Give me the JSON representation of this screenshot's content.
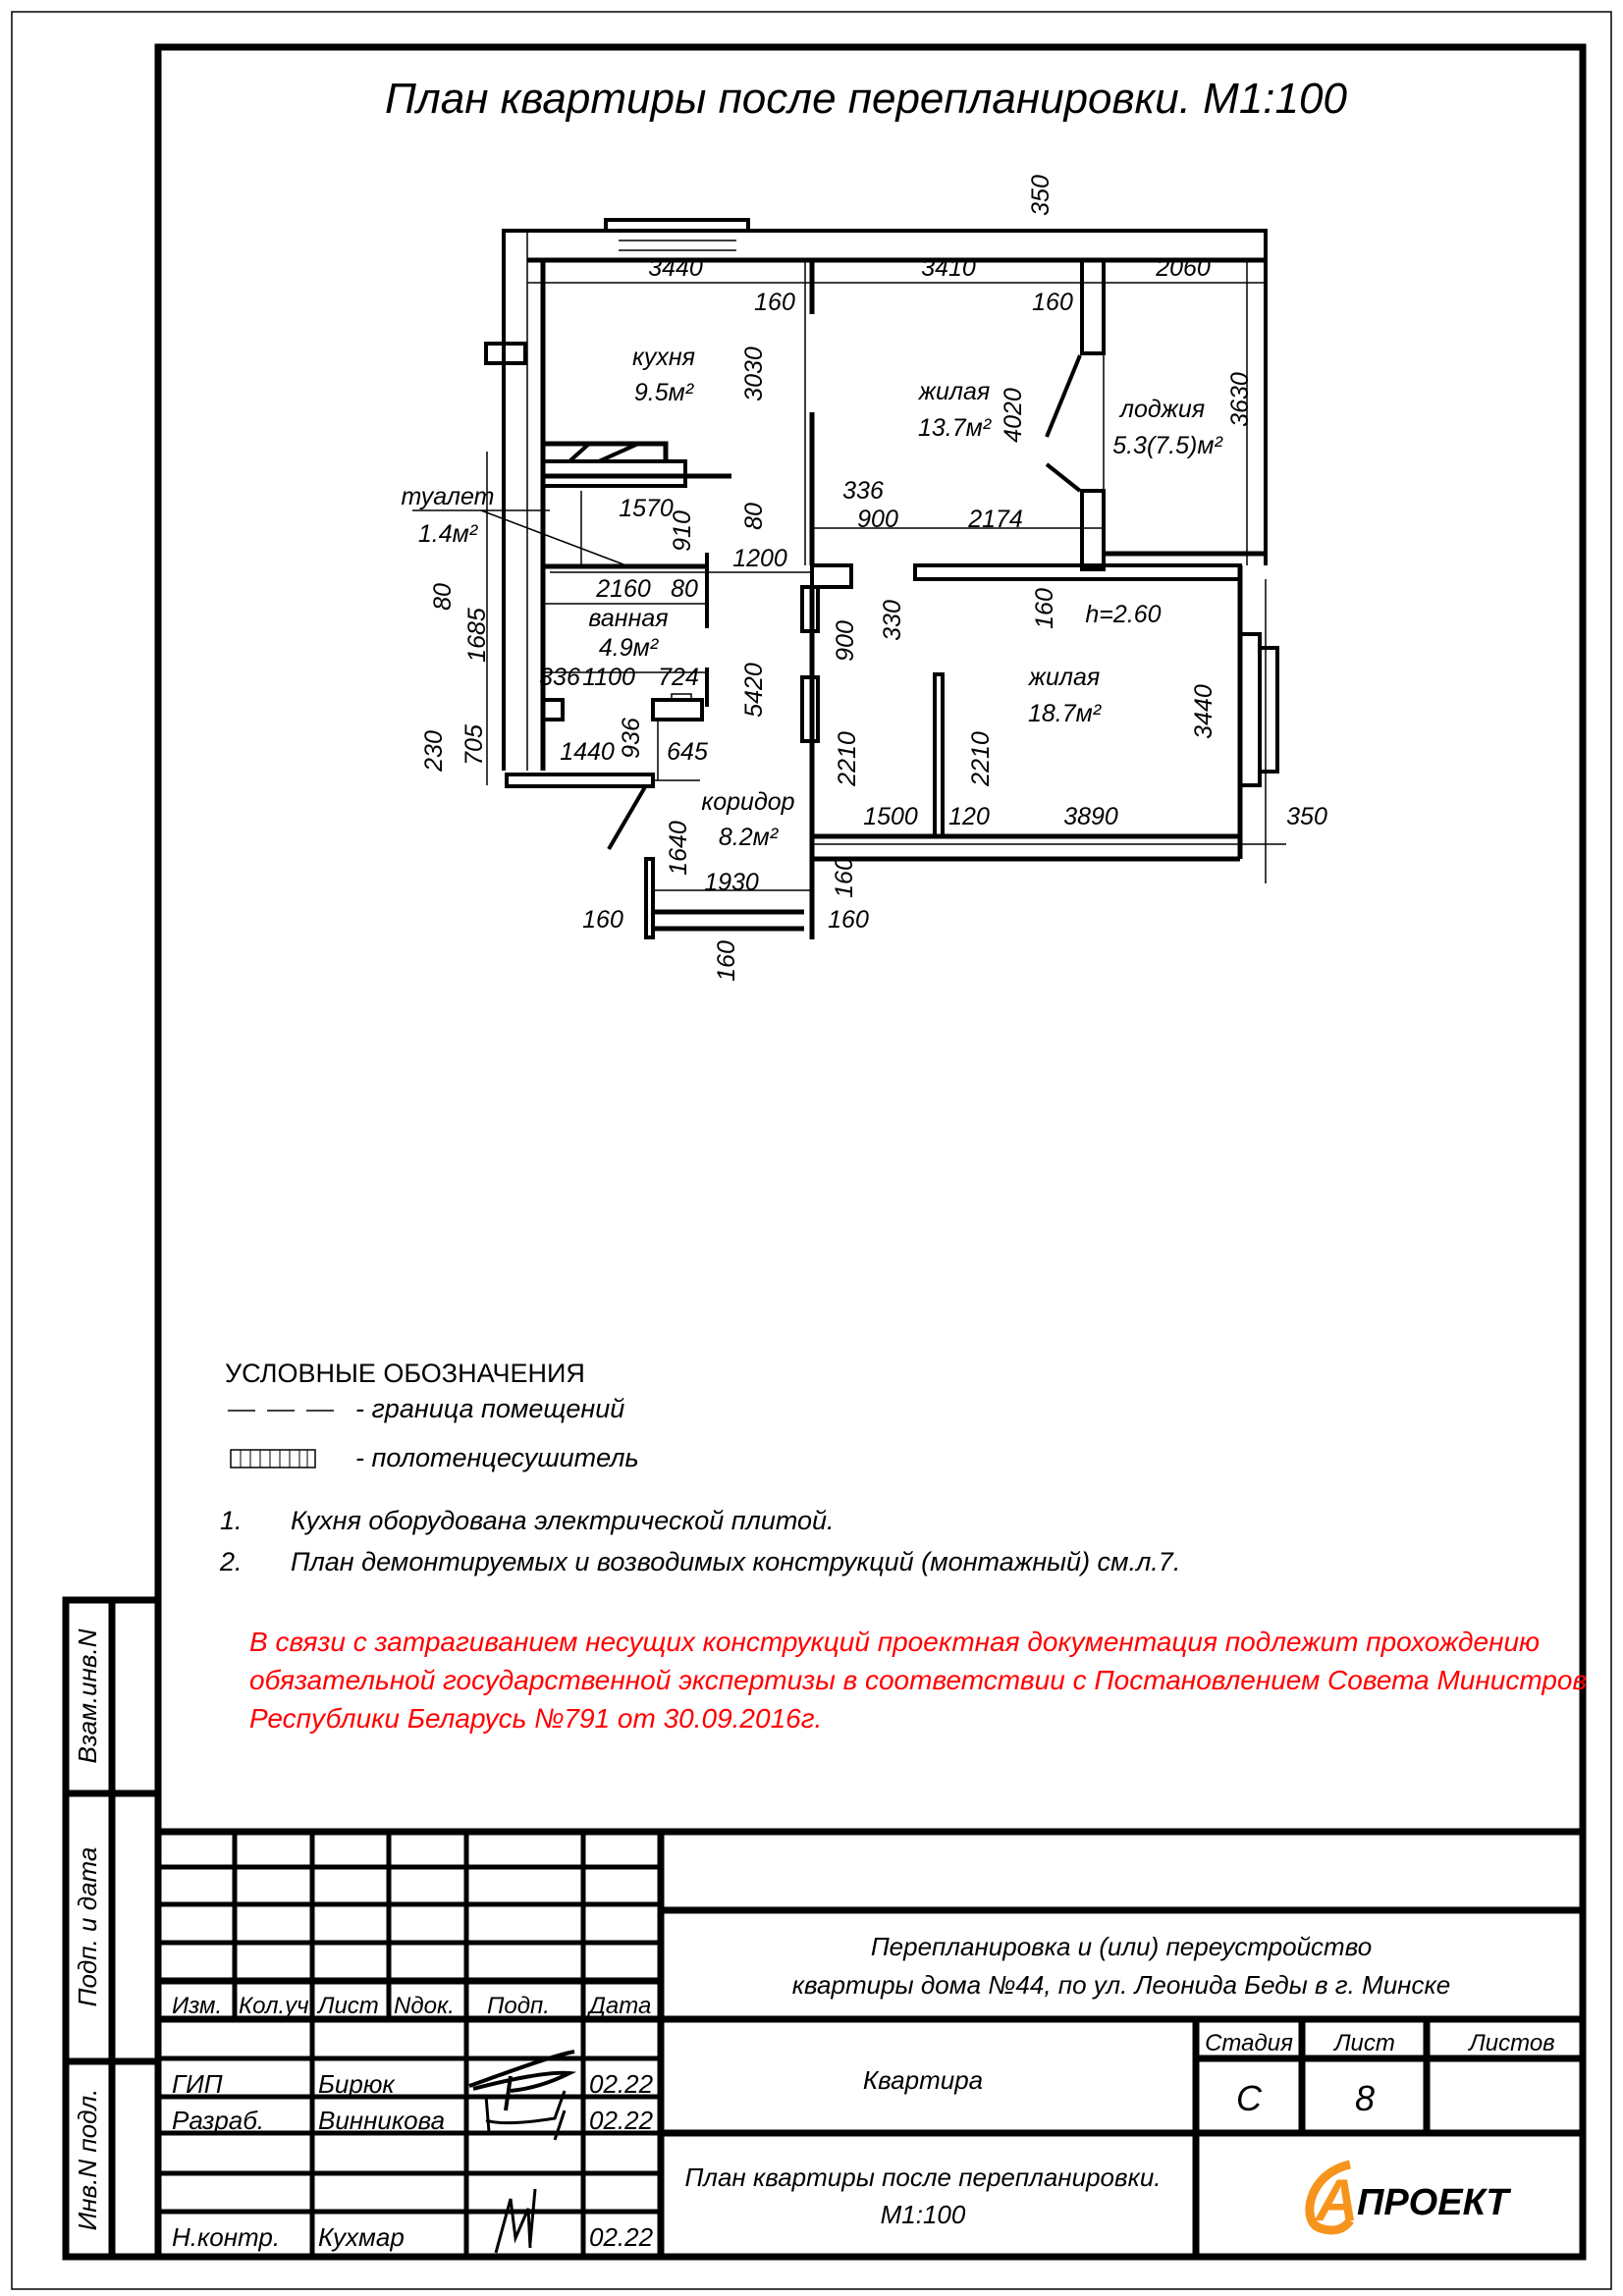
{
  "drawing": {
    "title": "План квартиры после перепланировки. М1:100"
  },
  "plan": {
    "rooms": {
      "kitchen_name": "кухня",
      "kitchen_area": "9.5м²",
      "living1_name": "жилая",
      "living1_area": "13.7м²",
      "loggia_name": "лоджия",
      "loggia_area": "5.3(7.5)м²",
      "toilet_name": "туалет",
      "toilet_area": "1.4м²",
      "bath_name": "ванная",
      "bath_area": "4.9м²",
      "living2_name": "жилая",
      "living2_area": "18.7м²",
      "corridor_name": "коридор",
      "corridor_area": "8.2м²",
      "height": "h=2.60"
    },
    "dims": [
      "3440",
      "3410",
      "2060",
      "350",
      "160",
      "160",
      "3030",
      "4020",
      "3630",
      "1570",
      "910",
      "80",
      "336",
      "900",
      "2174",
      "1200",
      "2160",
      "80",
      "80",
      "1685",
      "160",
      "330",
      "900",
      "336",
      "1100",
      "724",
      "5420",
      "3440",
      "230",
      "705",
      "1440",
      "936",
      "645",
      "2210",
      "2210",
      "1500",
      "120",
      "3890",
      "350",
      "1640",
      "1930",
      "160",
      "160",
      "160",
      "160"
    ]
  },
  "legend": {
    "heading": "УСЛОВНЫЕ ОБОЗНАЧЕНИЯ",
    "items": [
      "- граница помещений",
      "- полотенцесушитель"
    ]
  },
  "notes": [
    {
      "num": "1.",
      "text": "Кухня оборудована электрической плитой."
    },
    {
      "num": "2.",
      "text": "План демонтируемых и возводимых конструкций (монтажный) см.л.7."
    }
  ],
  "warning": {
    "color": "#ff0000",
    "lines": [
      "В связи с затрагиванием несущих конструкций проектная документация подлежит прохождению",
      "обязательной государственной экспертизы в соответствии с Постановлением Совета Министров",
      "Республики Беларусь №791 от 30.09.2016г."
    ]
  },
  "side_stamp": [
    "Взам.инв.N",
    "Подп. и дата",
    "Инв.N подл."
  ],
  "title_block": {
    "headers": [
      "Изм.",
      "Кол.уч.",
      "Лист",
      "Nдок.",
      "Подп.",
      "Дата"
    ],
    "people": [
      {
        "role": "ГИП",
        "name": "Бирюк",
        "date": "02.22"
      },
      {
        "role": "Разраб.",
        "name": "Винникова",
        "date": "02.22"
      },
      {
        "role": "Н.контр.",
        "name": "Кухмар",
        "date": "02.22"
      }
    ],
    "project_line1": "Перепланировка и (или) переустройство",
    "project_line2": "квартиры дома №44, по ул. Леонида Беды в г. Минске",
    "object": "Квартира",
    "stage_label": "Стадия",
    "sheet_label": "Лист",
    "sheets_label": "Листов",
    "stage": "С",
    "sheet": "8",
    "sheet_title1": "План квартиры после перепланировки.",
    "sheet_title2": "М1:100",
    "logo_text": "ПРОЕКТ",
    "logo_char": "А",
    "logo_color": "#f7941d"
  }
}
